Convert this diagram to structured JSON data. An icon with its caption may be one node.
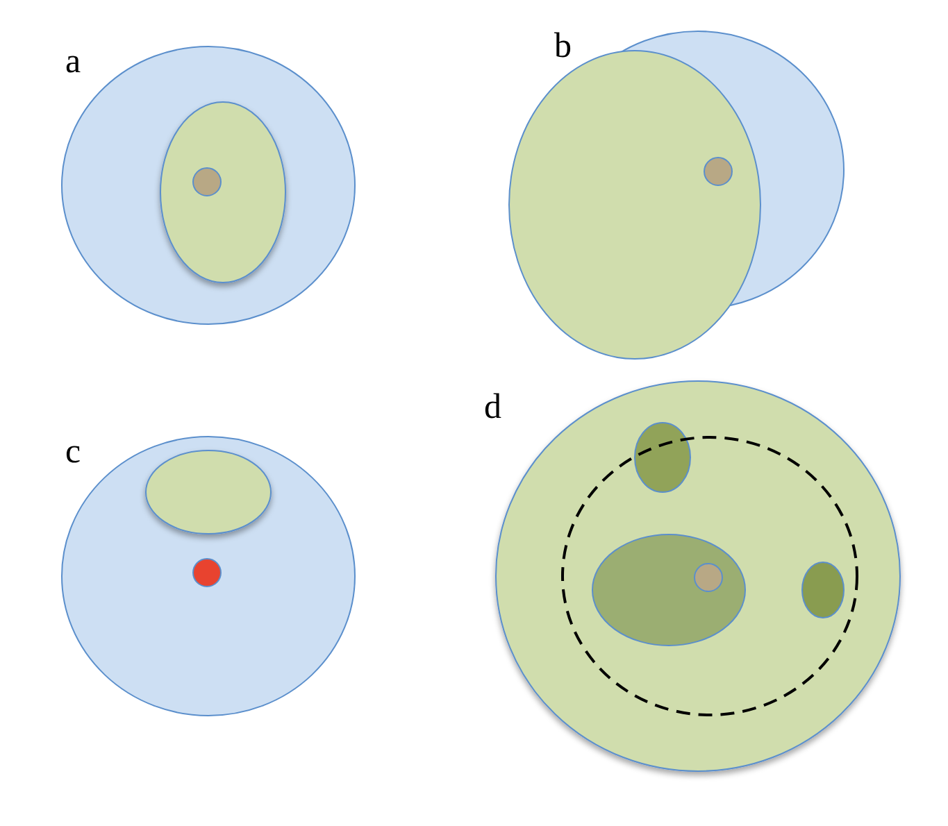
{
  "diagram": {
    "labels": [
      "a",
      "b",
      "c",
      "d"
    ]
  }
}
